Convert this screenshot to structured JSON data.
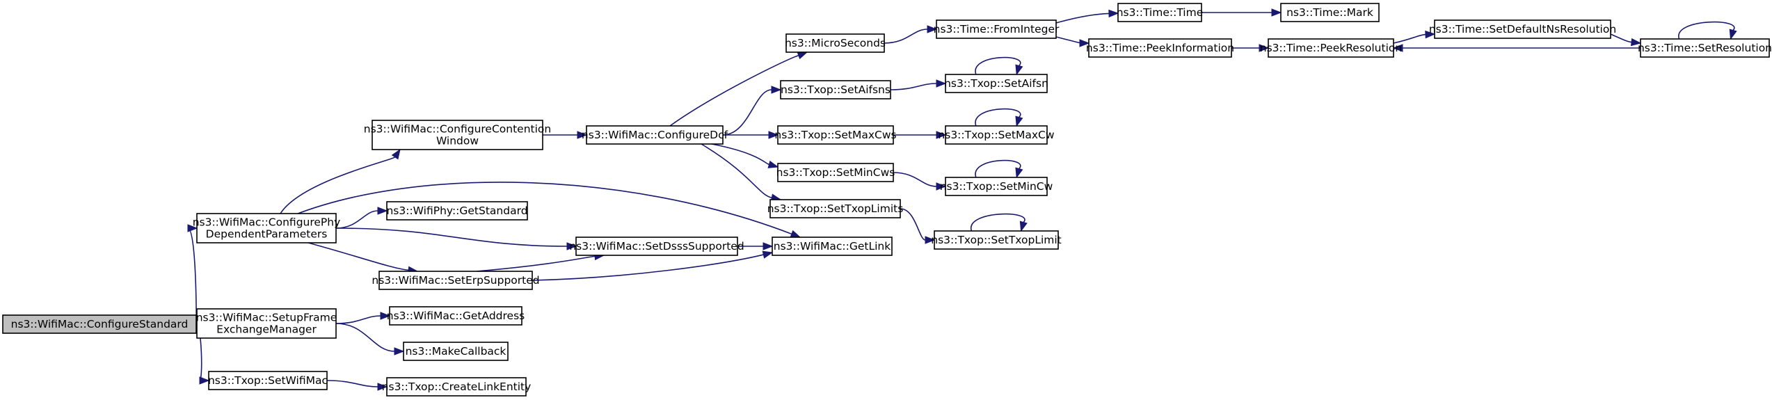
{
  "colors": {
    "edge": "#191970",
    "root_fill": "#bfbfbf",
    "node_fill": "#ffffff",
    "node_border": "#000000"
  },
  "nodes": [
    {
      "id": "configure_standard",
      "lines": [
        "ns3::WifiMac::ConfigureStandard"
      ],
      "root": true
    },
    {
      "id": "configure_phy",
      "lines": [
        "ns3::WifiMac::ConfigurePhy",
        "DependentParameters"
      ]
    },
    {
      "id": "setup_frame",
      "lines": [
        "ns3::WifiMac::SetupFrame",
        "ExchangeManager"
      ]
    },
    {
      "id": "txop_setwifimac",
      "lines": [
        "ns3::Txop::SetWifiMac"
      ]
    },
    {
      "id": "configure_contention",
      "lines": [
        "ns3::WifiMac::ConfigureContention",
        "Window"
      ]
    },
    {
      "id": "wifiphy_getstandard",
      "lines": [
        "ns3::WifiPhy::GetStandard"
      ]
    },
    {
      "id": "set_dsss",
      "lines": [
        "ns3::WifiMac::SetDsssSupported"
      ]
    },
    {
      "id": "set_erp",
      "lines": [
        "ns3::WifiMac::SetErpSupported"
      ]
    },
    {
      "id": "get_address",
      "lines": [
        "ns3::WifiMac::GetAddress"
      ]
    },
    {
      "id": "make_callback",
      "lines": [
        "ns3::MakeCallback"
      ]
    },
    {
      "id": "create_link_entity",
      "lines": [
        "ns3::Txop::CreateLinkEntity"
      ]
    },
    {
      "id": "configure_dcf",
      "lines": [
        "ns3::WifiMac::ConfigureDcf"
      ]
    },
    {
      "id": "get_link",
      "lines": [
        "ns3::WifiMac::GetLink"
      ]
    },
    {
      "id": "microseconds",
      "lines": [
        "ns3::MicroSeconds"
      ]
    },
    {
      "id": "set_aifsns",
      "lines": [
        "ns3::Txop::SetAifsns"
      ]
    },
    {
      "id": "set_maxcws",
      "lines": [
        "ns3::Txop::SetMaxCws"
      ]
    },
    {
      "id": "set_mincws",
      "lines": [
        "ns3::Txop::SetMinCws"
      ]
    },
    {
      "id": "set_txoplimits",
      "lines": [
        "ns3::Txop::SetTxopLimits"
      ]
    },
    {
      "id": "from_integer",
      "lines": [
        "ns3::Time::FromInteger"
      ]
    },
    {
      "id": "set_aifsn",
      "lines": [
        "ns3::Txop::SetAifsn"
      ]
    },
    {
      "id": "set_maxcw",
      "lines": [
        "ns3::Txop::SetMaxCw"
      ]
    },
    {
      "id": "set_mincw",
      "lines": [
        "ns3::Txop::SetMinCw"
      ]
    },
    {
      "id": "set_txoplimit",
      "lines": [
        "ns3::Txop::SetTxopLimit"
      ]
    },
    {
      "id": "time_time",
      "lines": [
        "ns3::Time::Time"
      ]
    },
    {
      "id": "peek_information",
      "lines": [
        "ns3::Time::PeekInformation"
      ]
    },
    {
      "id": "time_mark",
      "lines": [
        "ns3::Time::Mark"
      ]
    },
    {
      "id": "peek_resolution",
      "lines": [
        "ns3::Time::PeekResolution"
      ]
    },
    {
      "id": "set_default_ns",
      "lines": [
        "ns3::Time::SetDefaultNsResolution"
      ]
    },
    {
      "id": "set_resolution",
      "lines": [
        "ns3::Time::SetResolution"
      ]
    }
  ],
  "edges": [
    {
      "from": "configure_standard",
      "to": "configure_phy"
    },
    {
      "from": "configure_standard",
      "to": "setup_frame"
    },
    {
      "from": "configure_standard",
      "to": "txop_setwifimac"
    },
    {
      "from": "configure_phy",
      "to": "configure_contention"
    },
    {
      "from": "configure_phy",
      "to": "get_link"
    },
    {
      "from": "configure_phy",
      "to": "wifiphy_getstandard"
    },
    {
      "from": "configure_phy",
      "to": "set_dsss"
    },
    {
      "from": "configure_phy",
      "to": "set_erp"
    },
    {
      "from": "configure_contention",
      "to": "configure_dcf"
    },
    {
      "from": "configure_dcf",
      "to": "microseconds"
    },
    {
      "from": "configure_dcf",
      "to": "set_aifsns"
    },
    {
      "from": "configure_dcf",
      "to": "set_maxcws"
    },
    {
      "from": "configure_dcf",
      "to": "set_mincws"
    },
    {
      "from": "configure_dcf",
      "to": "set_txoplimits"
    },
    {
      "from": "microseconds",
      "to": "from_integer"
    },
    {
      "from": "from_integer",
      "to": "time_time"
    },
    {
      "from": "from_integer",
      "to": "peek_information"
    },
    {
      "from": "time_time",
      "to": "time_mark"
    },
    {
      "from": "peek_information",
      "to": "peek_resolution"
    },
    {
      "from": "peek_resolution",
      "to": "set_default_ns"
    },
    {
      "from": "set_default_ns",
      "to": "set_resolution"
    },
    {
      "from": "set_resolution",
      "to": "peek_resolution"
    },
    {
      "from": "set_resolution",
      "to": "set_resolution"
    },
    {
      "from": "set_aifsns",
      "to": "set_aifsn"
    },
    {
      "from": "set_aifsn",
      "to": "set_aifsn"
    },
    {
      "from": "set_maxcws",
      "to": "set_maxcw"
    },
    {
      "from": "set_maxcw",
      "to": "set_maxcw"
    },
    {
      "from": "set_mincws",
      "to": "set_mincw"
    },
    {
      "from": "set_mincw",
      "to": "set_mincw"
    },
    {
      "from": "set_txoplimits",
      "to": "set_txoplimit"
    },
    {
      "from": "set_txoplimit",
      "to": "set_txoplimit"
    },
    {
      "from": "set_dsss",
      "to": "get_link"
    },
    {
      "from": "set_erp",
      "to": "set_dsss"
    },
    {
      "from": "set_erp",
      "to": "get_link"
    },
    {
      "from": "setup_frame",
      "to": "get_address"
    },
    {
      "from": "setup_frame",
      "to": "make_callback"
    },
    {
      "from": "txop_setwifimac",
      "to": "create_link_entity"
    }
  ]
}
